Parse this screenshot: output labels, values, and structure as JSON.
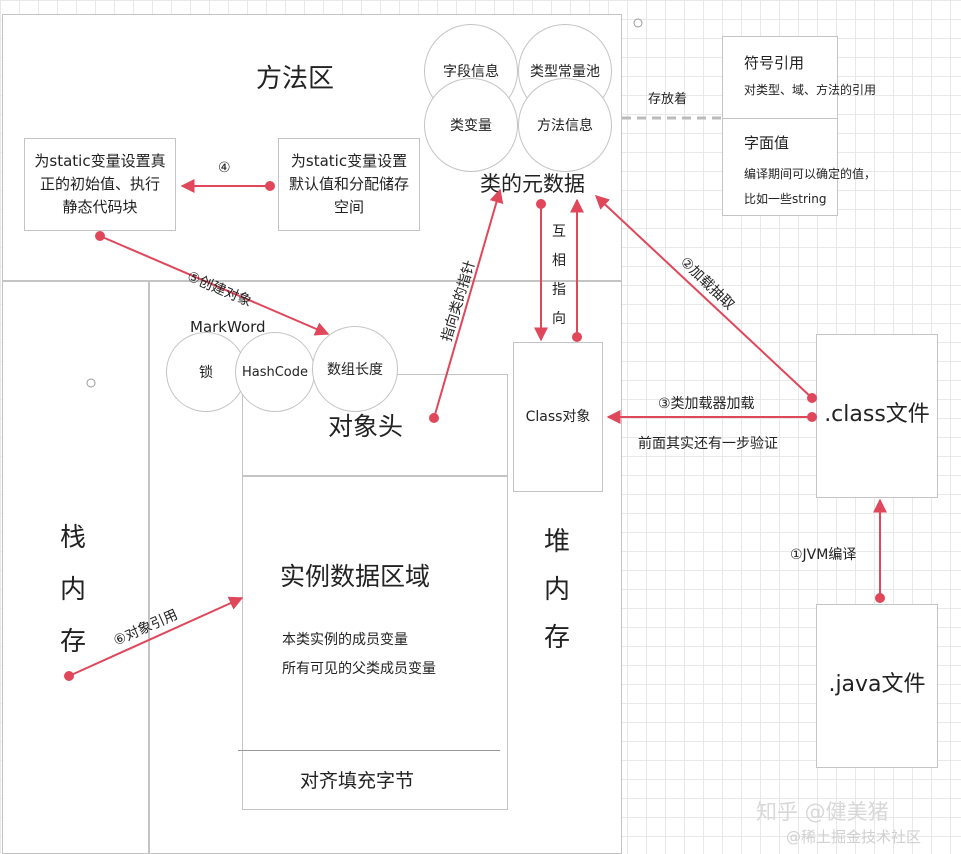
{
  "regions": {
    "method_area": "方法区",
    "stack_memory": "栈\n内\n存",
    "heap_memory": "堆\n内\n存"
  },
  "method_area": {
    "init_box": "为static变量设置真\n正的初始值、执行\n静态代码块",
    "default_box": "为static变量设置\n默认值和分配储存\n空间",
    "step4": "④",
    "class_metadata": "类的元数据",
    "bubbles": [
      "字段信息",
      "类型常量池",
      "类变量",
      "方法信息"
    ]
  },
  "constant_pool": {
    "stores_label": "存放着",
    "symbol_ref_title": "符号引用",
    "symbol_ref_desc": "对类型、域、方法的引用",
    "literal_title": "字面值",
    "literal_desc": "编译期间可以确定的值，\n比如一些string"
  },
  "object": {
    "markword_label": "MarkWord",
    "markword_parts": [
      "锁",
      "HashCode",
      "数组长度"
    ],
    "header": "对象头",
    "instance_data_title": "实例数据区域",
    "instance_data_desc": "本类实例的成员变量\n所有可见的父类成员变量",
    "padding": "对齐填充字节"
  },
  "class_object": "Class对象",
  "files": {
    "class_file": ".class文件",
    "java_file": ".java文件"
  },
  "arrows": {
    "create_object": "⑤创建对象",
    "object_reference": "⑥对象引用",
    "points_to_class": "指向类的指针",
    "mutual": "互\n相\n指\n向",
    "load_extract": "②加载抽取",
    "classloader_load": "③类加载器加载",
    "verify_note": "前面其实还有一步验证",
    "jvm_compile": "①JVM编译"
  },
  "watermarks": {
    "zhihu": "知乎 @健美猪",
    "juejin": "@稀土掘金技术社区"
  },
  "colors": {
    "arrow": "#e0475a",
    "border": "#c4c4c4",
    "dash": "#bbbbbb"
  }
}
